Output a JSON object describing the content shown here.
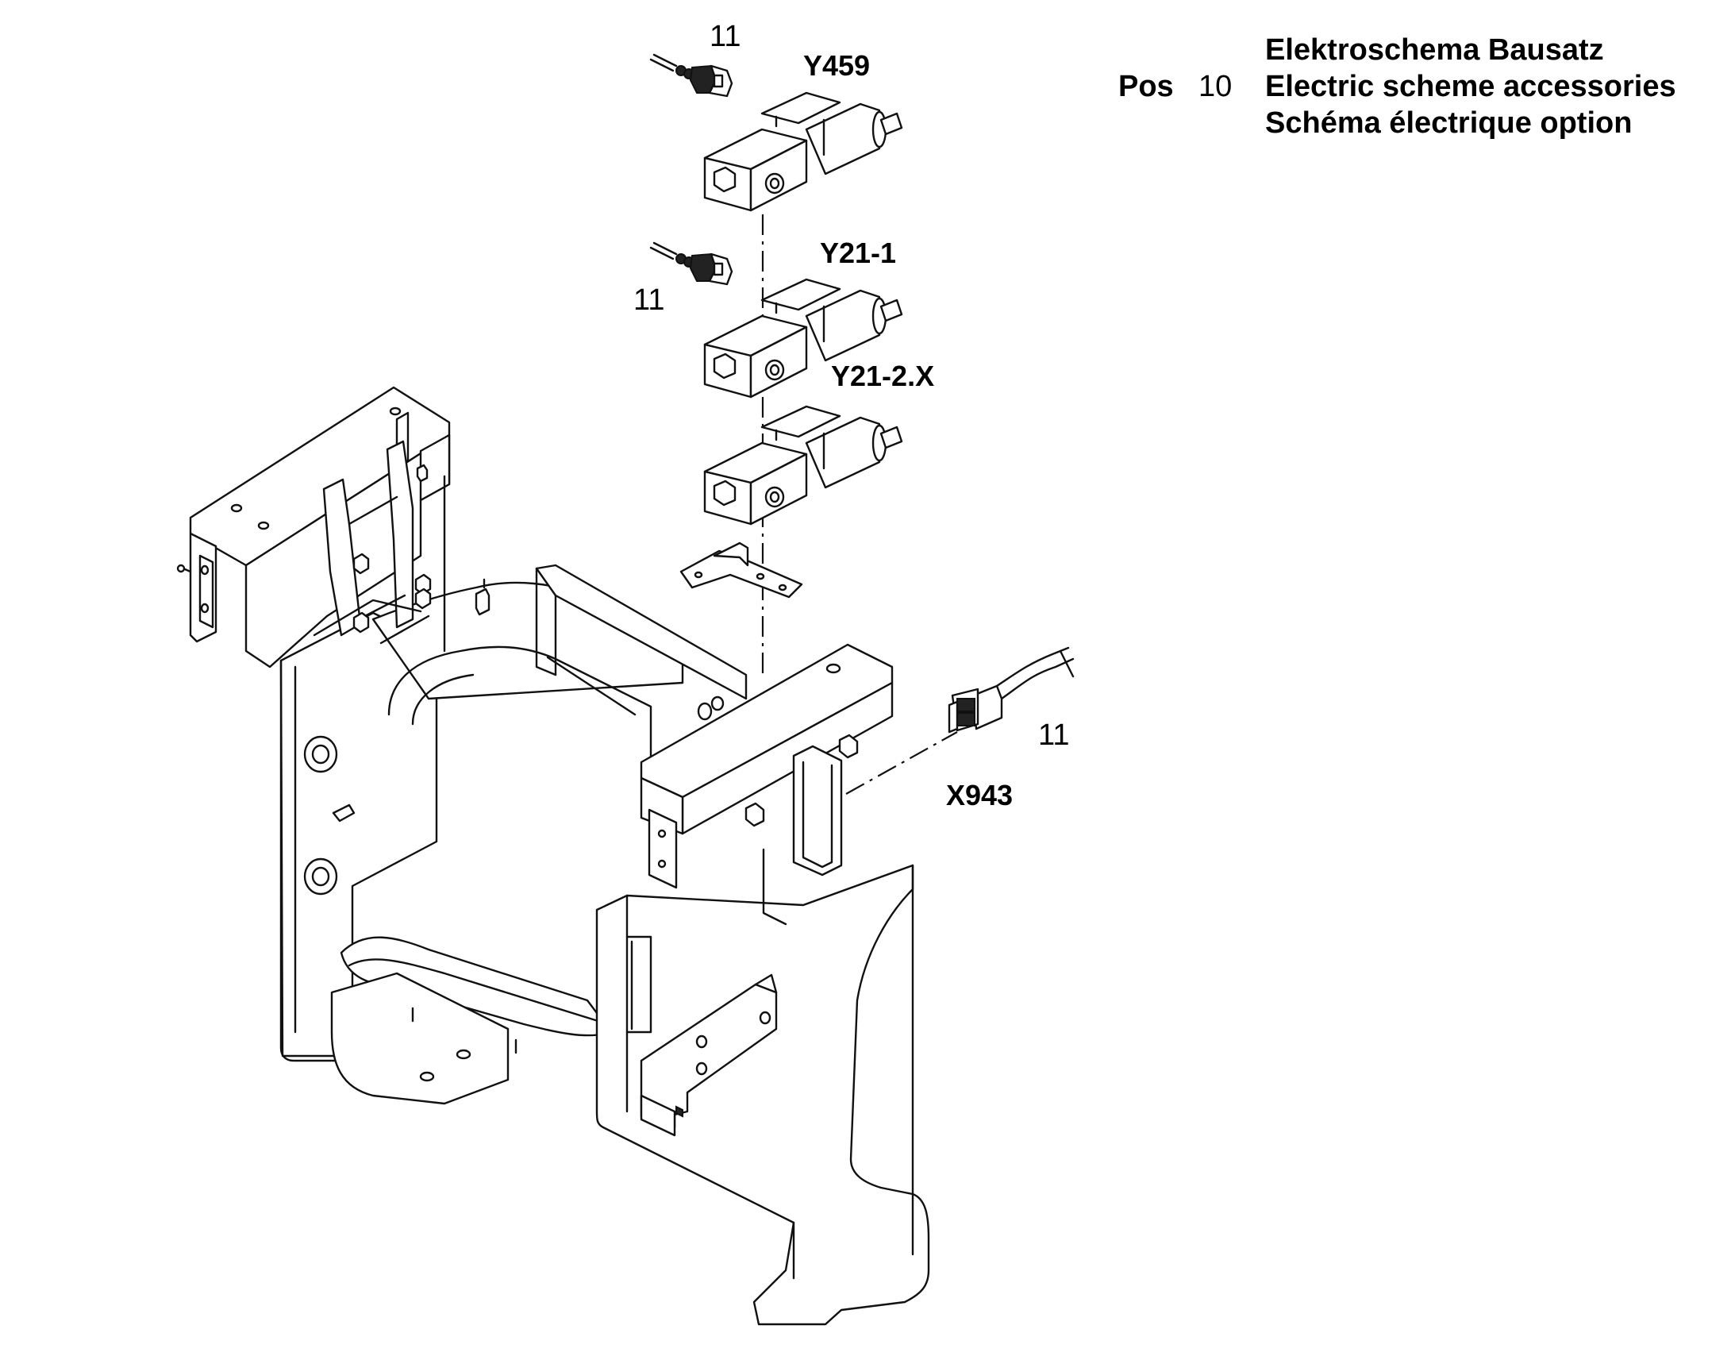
{
  "title_block": {
    "pos_label": "Pos",
    "pos_number": "10",
    "line_de": "Elektroschema Bausatz",
    "line_en": "Electric scheme accessories",
    "line_fr": "Schéma électrique option"
  },
  "callouts": {
    "y459": "Y459",
    "y21_1": "Y21-1",
    "y21_2x": "Y21-2.X",
    "x943": "X943",
    "ref_top": "11",
    "ref_mid": "11",
    "ref_right": "11"
  }
}
